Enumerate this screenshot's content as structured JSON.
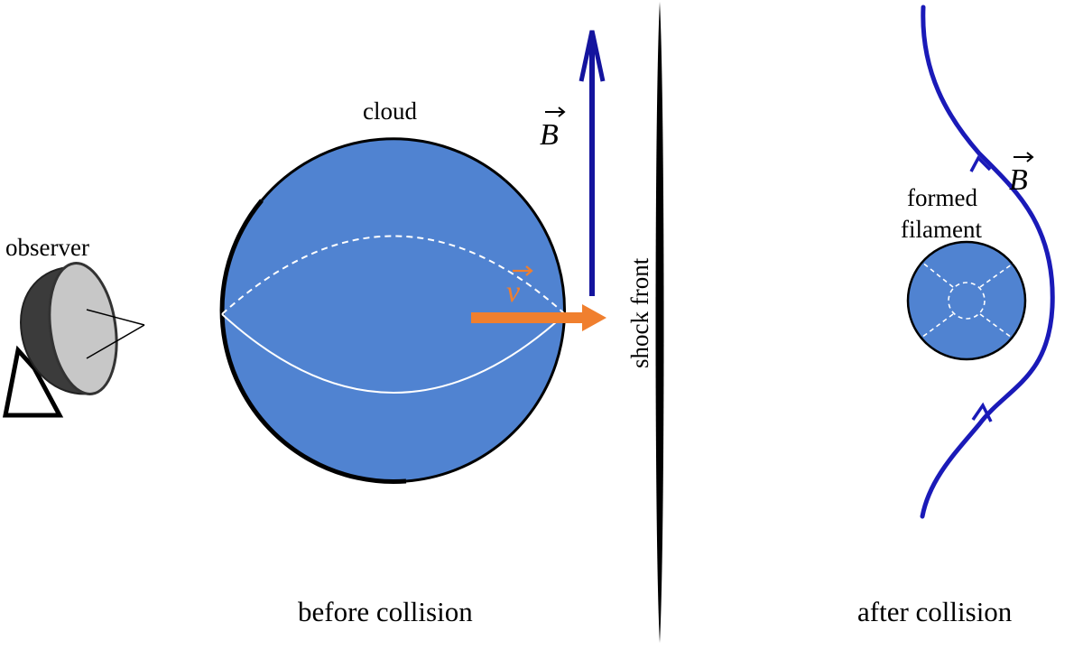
{
  "labels": {
    "observer": "observer",
    "cloud": "cloud",
    "shock_front": "shock front",
    "formed_line1": "formed",
    "formed_line2": "filament",
    "before": "before collision",
    "after": "after collision",
    "velocity_symbol": "v",
    "field_symbol_left": "B",
    "field_symbol_right": "B"
  },
  "colors": {
    "cloud_fill": "#5083d1",
    "field_line": "#1a1ab8",
    "field_arrow": "#14149e",
    "velocity": "#f07f2e",
    "shock": "#000000",
    "observer_shell": "#3b3b3b",
    "observer_dish": "#c7c7c7"
  },
  "icons": {
    "observer": "telescope-dish-icon"
  }
}
